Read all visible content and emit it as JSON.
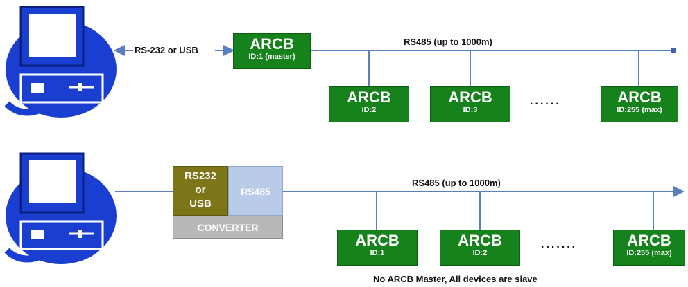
{
  "top": {
    "link_label": "RS-232 or USB",
    "bus_label": "RS485 (up to 1000m)",
    "master": {
      "name": "ARCB",
      "id": "ID:1 (master)"
    },
    "slaves": [
      {
        "name": "ARCB",
        "id": "ID:2"
      },
      {
        "name": "ARCB",
        "id": "ID:3"
      },
      {
        "name": "ARCB",
        "id": "ID:255 (max)"
      }
    ],
    "ellipsis": "......"
  },
  "bottom": {
    "converter": {
      "left": "RS232\nor\nUSB",
      "right": "RS485",
      "bottom": "CONVERTER"
    },
    "bus_label": "RS485 (up to 1000m)",
    "slaves": [
      {
        "name": "ARCB",
        "id": "ID:1"
      },
      {
        "name": "ARCB",
        "id": "ID:2"
      },
      {
        "name": "ARCB",
        "id": "ID:255 (max)"
      }
    ],
    "ellipsis": ".......",
    "footer": "No ARCB Master, All devices are slave"
  },
  "colors": {
    "bus": "#5a7fc0",
    "device": "#16821c",
    "computer": "#1a3fd0"
  },
  "icons": [
    "computer-icon"
  ]
}
